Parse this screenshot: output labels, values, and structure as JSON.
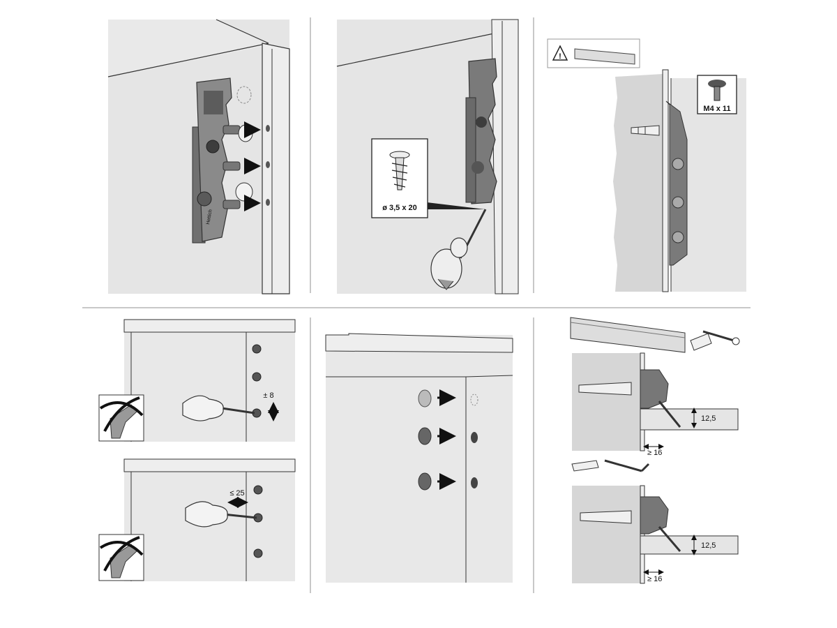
{
  "steps": [
    {
      "id": "step-1"
    },
    {
      "id": "step-2",
      "screw_label": "ø 3,5 x 20"
    },
    {
      "id": "step-3",
      "warning_symbol": "!",
      "screw_label": "M4 x 11"
    },
    {
      "id": "step-4a",
      "adjust_label": "± 8"
    },
    {
      "id": "step-4b",
      "adjust_label": "≤ 25"
    },
    {
      "id": "step-5"
    },
    {
      "id": "step-6",
      "dim_a": "12,5",
      "dim_b": "≥ 16",
      "dim_c": "12,5",
      "dim_d": "≥ 16"
    }
  ],
  "bracket_brand": "Hettich",
  "colors": {
    "panel": "#e5e5e5",
    "wall": "#d6d6d6",
    "metal": "#6f6f6f",
    "dark": "#3a3a3a",
    "line": "#222222",
    "divider": "#b5b5b5"
  }
}
